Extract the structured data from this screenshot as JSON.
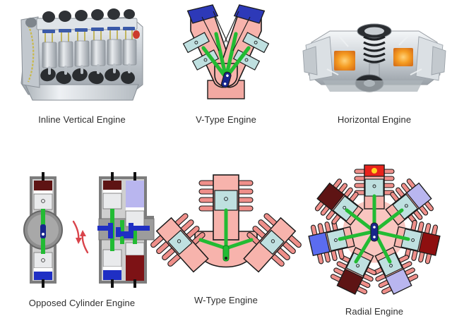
{
  "page": {
    "background_color": "#ffffff",
    "layout": "2-row by 3-column grid of engine configuration figures with captions beneath",
    "caption_color": "#2e2e2e"
  },
  "palette": {
    "block_pink": "#f7b3ac",
    "block_pink_light": "#f9c6c0",
    "cylinder_head_blue": "#2d39b8",
    "piston_blue": "#bfe0e0",
    "rod_green": "#22bb33",
    "rod_green_dark": "#0a8a1e",
    "outline_black": "#1a1a1a",
    "fin_red": "#ef8f8a",
    "dark_maroon": "#5e1414",
    "deep_red": "#8e0f10",
    "lavender": "#b9b6ef",
    "royal_blue": "#5b6cf0",
    "crank_navy": "#18258c",
    "spark_red": "#e8231c",
    "spark_yellow": "#ffd21f",
    "arrow_red": "#d9444b",
    "metal_grey": "#9b9b9b",
    "metal_dark": "#5d5d5d",
    "valve_blue": "#1f2fc4",
    "photo_silver": "#d2d6da",
    "photo_glow_orange": "#f59b21"
  },
  "figures": [
    {
      "id": "inline-vertical",
      "caption": "Inline Vertical Engine",
      "type": "photo",
      "description": "Cutaway photograph of an inline six-cylinder engine block, silver metal with timing chain at left and six black valve covers across the top",
      "cylinder_count": 6
    },
    {
      "id": "v-type",
      "caption": "V-Type Engine",
      "type": "diagram",
      "description": "V-configuration engine schematic, two banks of two cylinders in pink blocks with dark blue cylinder heads and green connecting rods meeting a shared crankshaft",
      "cylinder_count": 4,
      "bank_angle_degrees": 60
    },
    {
      "id": "horizontal",
      "caption": "Horizontal Engine",
      "type": "photo",
      "description": "Cutaway photograph of a horizontally opposed boxer engine, silver castings with two orange glowing combustion chambers and a central black camshaft stack",
      "cylinder_count": 4
    },
    {
      "id": "opposed-cylinder",
      "caption": "Opposed Cylinder Engine",
      "type": "diagram",
      "description": "Two-panel cross-section of an opposed piston engine with grey housings, green connecting rods, blue valve gear and two curved red rotation arrows between the panels",
      "cylinder_count": 4,
      "arrows": 2
    },
    {
      "id": "w-type",
      "caption": "W-Type Engine",
      "type": "diagram",
      "description": "W-configuration engine schematic, three finned pink cylinder banks radiating upward with light blue pistons and green connecting rods on a common crank",
      "cylinder_count": 3
    },
    {
      "id": "radial",
      "caption": "Radial Engine",
      "type": "diagram",
      "description": "Seven-cylinder radial engine schematic arranged in a star around a central crank, finned pink barrels with maroon, blue and lavender cylinder heads and a red firing chamber with yellow spark at top",
      "cylinder_count": 7,
      "firing_cylinder_index": 0
    }
  ]
}
